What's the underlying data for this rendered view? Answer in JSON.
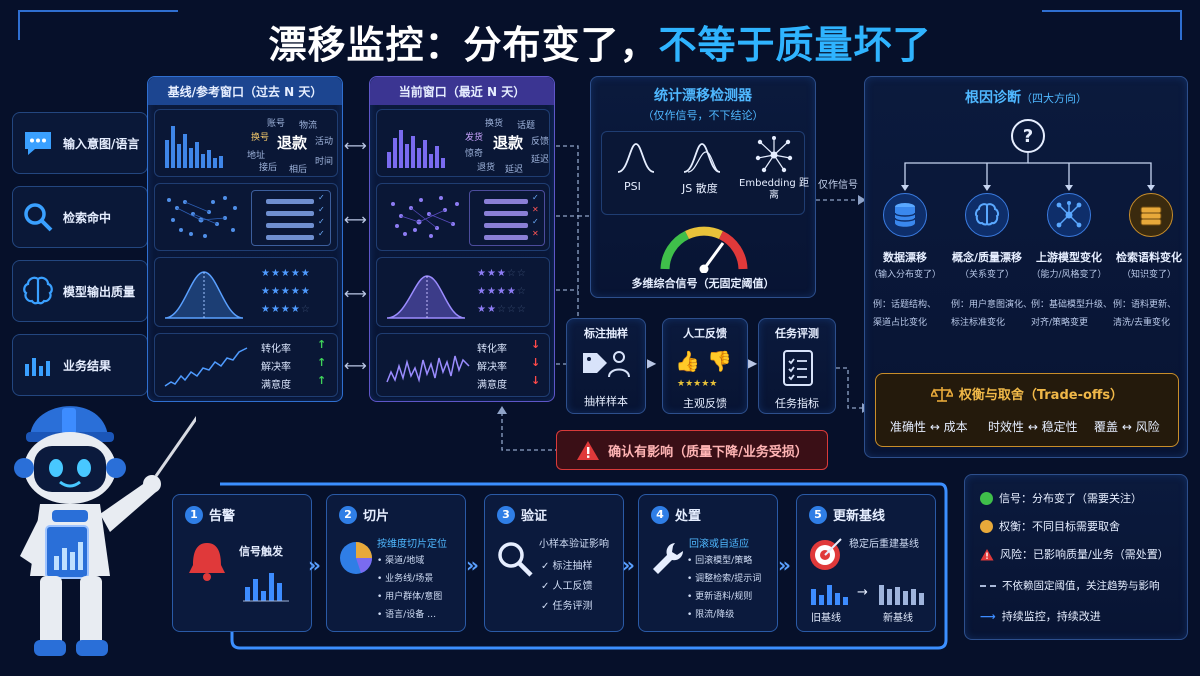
{
  "title": {
    "part1": "漂移监控：分布变了，",
    "part2": "不等于质量坏了"
  },
  "rows": [
    {
      "label": "输入意图/语言"
    },
    {
      "label": "检索命中"
    },
    {
      "label": "模型输出质量"
    },
    {
      "label": "业务结果"
    }
  ],
  "baseline": {
    "title": "基线/参考窗口（过去 N 天）",
    "words": [
      "账号",
      "物流",
      "换号",
      "退款",
      "活动",
      "地址",
      "接后",
      "相后",
      "时间"
    ],
    "metrics": [
      "转化率",
      "解决率",
      "满意度"
    ]
  },
  "current": {
    "title": "当前窗口（最近 N 天）",
    "words": [
      "换货",
      "话题",
      "发货",
      "退款",
      "反馈",
      "惊奇",
      "退货",
      "延迟",
      "延迟"
    ],
    "metrics": [
      "转化率",
      "解决率",
      "满意度"
    ]
  },
  "detector": {
    "title": "统计漂移检测器",
    "subtitle": "（仅作信号，不下结论）",
    "items": [
      "PSI",
      "JS 散度",
      "Embedding 距离"
    ],
    "gauge_label": "多维综合信号（无固定阈值）",
    "signal_only": "仅作信号"
  },
  "checks": [
    {
      "title": "标注抽样",
      "caption": "抽样样本"
    },
    {
      "title": "人工反馈",
      "caption": "主观反馈"
    },
    {
      "title": "任务评测",
      "caption": "任务指标"
    }
  ],
  "confirm": "确认有影响（质量下降/业务受损）",
  "rootcause": {
    "title": "根因诊断",
    "title_suffix": "（四大方向）",
    "items": [
      {
        "name": "数据漂移",
        "sub": "（输入分布变了）",
        "ex1": "例：话题结构、",
        "ex2": "渠道占比变化"
      },
      {
        "name": "概念/质量漂移",
        "sub": "（关系变了）",
        "ex1": "例：用户意图演化、",
        "ex2": "标注标准变化"
      },
      {
        "name": "上游模型变化",
        "sub": "（能力/风格变了）",
        "ex1": "例：基础模型升级、",
        "ex2": "对齐/策略变更"
      },
      {
        "name": "检索语料变化",
        "sub": "（知识变了）",
        "ex1": "例：语料更新、",
        "ex2": "清洗/去重变化"
      }
    ],
    "tradeoff_title": "权衡与取舍（Trade-offs）",
    "tradeoffs": [
      "准确性 ↔ 成本",
      "时效性 ↔ 稳定性",
      "覆盖 ↔ 风险"
    ]
  },
  "steps": [
    {
      "num": "1",
      "title": "告警",
      "desc": "信号触发",
      "lines": []
    },
    {
      "num": "2",
      "title": "切片",
      "desc": "按维度切片定位",
      "lines": [
        "• 渠道/地域",
        "• 业务线/场景",
        "• 用户群体/意图",
        "• 语言/设备 …"
      ]
    },
    {
      "num": "3",
      "title": "验证",
      "desc": "小样本验证影响",
      "lines": [
        "✓ 标注抽样",
        "✓ 人工反馈",
        "✓ 任务评测"
      ]
    },
    {
      "num": "4",
      "title": "处置",
      "desc": "回滚或自适应",
      "lines": [
        "• 回滚模型/策略",
        "• 调整检索/提示词",
        "• 更新语料/规则",
        "• 限流/降级"
      ]
    },
    {
      "num": "5",
      "title": "更新基线",
      "desc": "稳定后重建基线",
      "lines": [],
      "old": "旧基线",
      "new": "新基线"
    }
  ],
  "legend": [
    {
      "text": "信号：分布变了（需要关注）",
      "color": "#3fbf4a"
    },
    {
      "text": "权衡：不同目标需要取舍",
      "color": "#e8a93a"
    },
    {
      "text": "风险：已影响质量/业务（需处置）",
      "color": "#e0393a"
    },
    {
      "text": "不依赖固定阈值，关注趋势与影响",
      "color": "#a9b8d8"
    },
    {
      "text": "持续监控，持续改进",
      "color": "#3d8cff"
    }
  ],
  "colors": {
    "accent": "#3aa0ff",
    "warn": "#e0393a",
    "gold": "#e8a93a"
  }
}
